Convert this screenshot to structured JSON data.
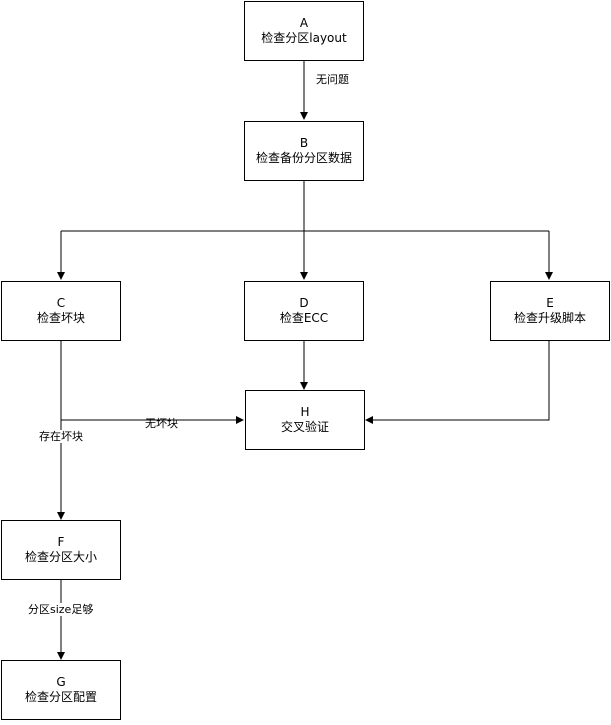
{
  "nodes": {
    "A": {
      "id": "A",
      "label": "检查分区layout"
    },
    "B": {
      "id": "B",
      "label": "检查备份分区数据"
    },
    "C": {
      "id": "C",
      "label": "检查坏块"
    },
    "D": {
      "id": "D",
      "label": "检查ECC"
    },
    "E": {
      "id": "E",
      "label": "检查升级脚本"
    },
    "F": {
      "id": "F",
      "label": "检查分区大小"
    },
    "G": {
      "id": "G",
      "label": "检查分区配置"
    },
    "H": {
      "id": "H",
      "label": "交叉验证"
    }
  },
  "edges": {
    "a_to_b": {
      "label": "无问题"
    },
    "c_to_h": {
      "label": "无坏块"
    },
    "c_to_f": {
      "label": "存在坏块"
    },
    "f_to_g": {
      "label": "分区size足够"
    }
  },
  "colors": {
    "stroke": "#000000",
    "fill": "#ffffff"
  }
}
